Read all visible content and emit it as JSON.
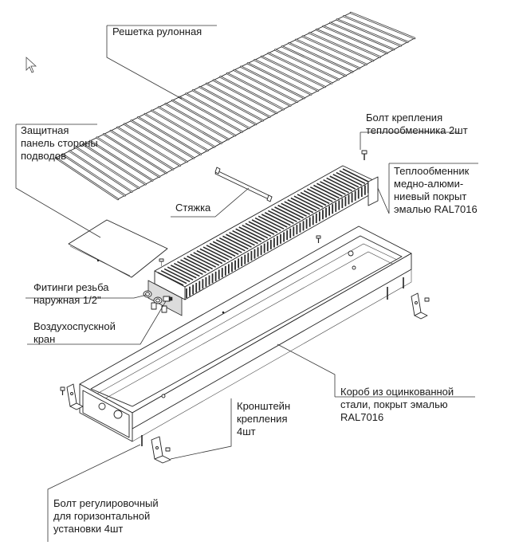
{
  "labels": {
    "grille": "Решетка рулонная",
    "protective_panel": [
      "Защитная",
      "панель стороны",
      "подводов"
    ],
    "bolt_hx": [
      "Болт крепления",
      "теплообменника 2шт"
    ],
    "heat_exchanger": [
      "Теплообменник",
      "медно-алюми-",
      "ниевый покрыт",
      "эмалью RAL7016"
    ],
    "tie": "Стяжка",
    "fittings": [
      "Фитинги резьба",
      "наружная 1/2\""
    ],
    "air_vent": [
      "Воздухоспускной",
      "кран"
    ],
    "box": [
      "Короб из оцинкованной",
      "стали, покрыт эмалью",
      "RAL7016"
    ],
    "bracket": [
      "Кронштейн",
      "крепления",
      "4шт"
    ],
    "adjust_bolt": [
      "Болт регулировочный",
      "для горизонтальной",
      "установки 4шт"
    ]
  },
  "colors": {
    "line": "#222222",
    "fins": "#2a2a2a",
    "background": "#ffffff"
  },
  "icons": {
    "cursor": "mouse-pointer-icon"
  }
}
